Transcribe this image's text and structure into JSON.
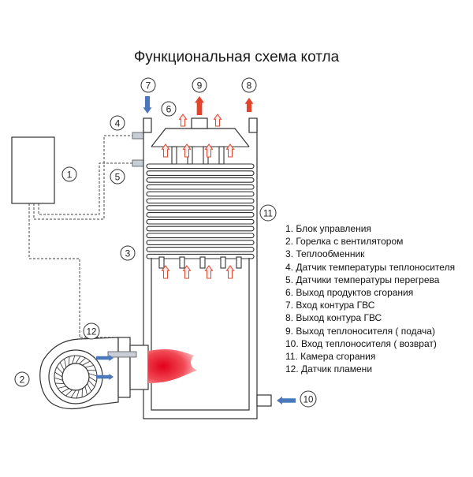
{
  "title": "Функциональная схема котла",
  "callouts": {
    "c1": "1",
    "c2": "2",
    "c3": "3",
    "c4": "4",
    "c5": "5",
    "c6": "6",
    "c7": "7",
    "c8": "8",
    "c9": "9",
    "c10": "10",
    "c11": "11",
    "c12": "12"
  },
  "legend": [
    "1. Блок управления",
    "2. Горелка с вентилятором",
    "3. Теплообменник",
    "4. Датчик температуры теплоносителя",
    "5. Датчики температуры  перегрева",
    "6. Выход продуктов сгорания",
    "7. Вход контура ГВС",
    "8. Выход контура ГВС",
    "9. Выход теплоносителя ( подача)",
    "10. Вход теплоносителя ( возврат)",
    "11. Камера сгорания",
    "12. Датчик пламени"
  ],
  "colors": {
    "outline": "#333333",
    "hot_arrow": "#e0442c",
    "cold_arrow": "#4a78b8",
    "flame": "#e2001a",
    "sensor": "#c9ced6"
  }
}
